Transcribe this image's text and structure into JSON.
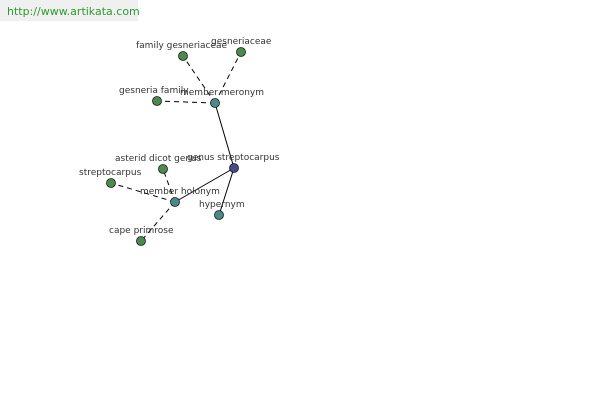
{
  "header": {
    "url": "http://www.artikata.com"
  },
  "graph": {
    "colors": {
      "center": "#4a4a8a",
      "relation": "#4a8a8a",
      "leaf": "#4a8a4a"
    },
    "nodes": [
      {
        "id": "genus-streptocarpus",
        "label": "genus streptocarpus",
        "kind": "center"
      },
      {
        "id": "member-meronym",
        "label": "member meronym",
        "kind": "relation"
      },
      {
        "id": "member-holonym",
        "label": "member holonym",
        "kind": "relation"
      },
      {
        "id": "hypernym",
        "label": "hypernym",
        "kind": "relation"
      },
      {
        "id": "family-gesneriaceae",
        "label": "family gesneriaceae",
        "kind": "leaf"
      },
      {
        "id": "gesneriaceae",
        "label": "gesneriaceae",
        "kind": "leaf"
      },
      {
        "id": "gesneria-family",
        "label": "gesneria family",
        "kind": "leaf"
      },
      {
        "id": "asterid-dicot-genus",
        "label": "asterid dicot genus",
        "kind": "leaf"
      },
      {
        "id": "streptocarpus",
        "label": "streptocarpus",
        "kind": "leaf"
      },
      {
        "id": "cape-primrose",
        "label": "cape primrose",
        "kind": "leaf"
      }
    ],
    "edges": [
      {
        "from": "genus-streptocarpus",
        "to": "member-meronym",
        "style": "solid"
      },
      {
        "from": "genus-streptocarpus",
        "to": "member-holonym",
        "style": "solid"
      },
      {
        "from": "genus-streptocarpus",
        "to": "hypernym",
        "style": "solid"
      },
      {
        "from": "member-meronym",
        "to": "family-gesneriaceae",
        "style": "dashed"
      },
      {
        "from": "member-meronym",
        "to": "gesneriaceae",
        "style": "dashed"
      },
      {
        "from": "member-meronym",
        "to": "gesneria-family",
        "style": "dashed"
      },
      {
        "from": "member-holonym",
        "to": "asterid-dicot-genus",
        "style": "dashed"
      },
      {
        "from": "member-holonym",
        "to": "streptocarpus",
        "style": "dashed"
      },
      {
        "from": "member-holonym",
        "to": "cape-primrose",
        "style": "dashed"
      }
    ]
  }
}
